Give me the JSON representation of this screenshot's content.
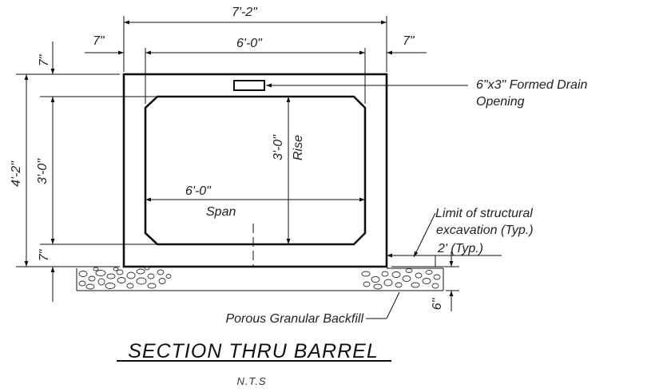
{
  "dimensions": {
    "overall_width": "7'-2\"",
    "left_wall": "7\"",
    "right_wall": "7\"",
    "top_span": "6'-0\"",
    "top_slab": "7\"",
    "overall_height": "4'-2\"",
    "inner_height": "3'-0\"",
    "bottom_slab": "7\"",
    "rise_value": "3'-0\"",
    "rise_label": "Rise",
    "span_value": "6'-0\"",
    "span_label": "Span",
    "backfill_depth": "6\""
  },
  "callouts": {
    "drain_line1": "6\"x3\" Formed Drain",
    "drain_line2": "Opening",
    "limit_line1": "Limit of structural",
    "limit_line2": "excavation (Typ.)",
    "limit_offset": "2' (Typ.)",
    "backfill": "Porous Granular Backfill"
  },
  "title": "SECTION THRU BARREL",
  "scale_note": "N.T.S"
}
